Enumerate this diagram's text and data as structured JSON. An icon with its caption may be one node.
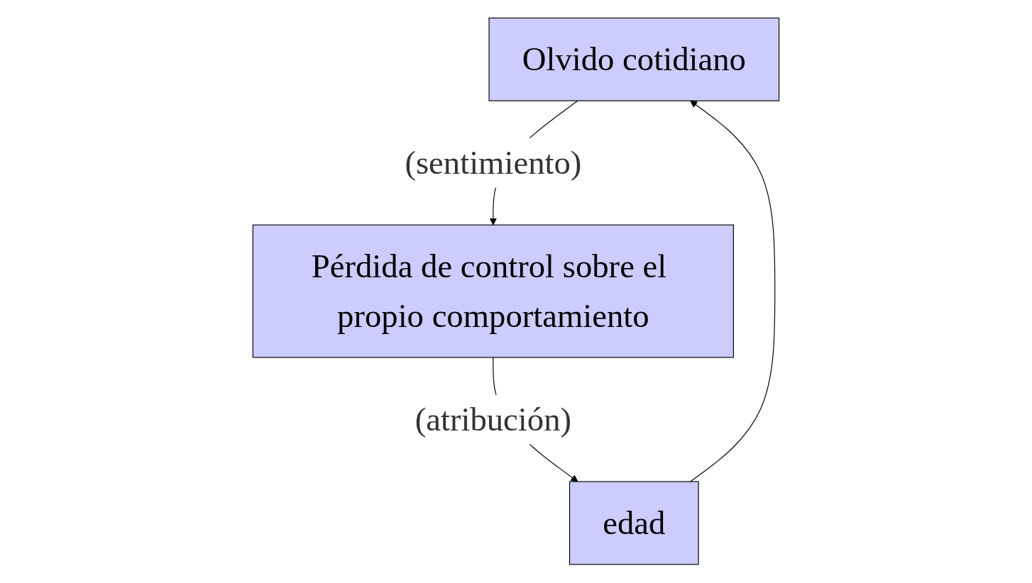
{
  "diagram": {
    "nodes": [
      {
        "text": [
          "Olvido cotidiano"
        ]
      },
      {
        "text": [
          "Pérdida de control sobre el propio comportamiento"
        ]
      },
      {
        "text": [
          "edad"
        ]
      }
    ],
    "edges": [
      {
        "from": 0,
        "to": 1,
        "arrow": "to",
        "label": "(sentimiento)"
      },
      {
        "from": 1,
        "to": 2,
        "arrow": "to",
        "label": "(atribución)"
      },
      {
        "from": 2,
        "to": 0,
        "arrow": "to"
      }
    ]
  }
}
